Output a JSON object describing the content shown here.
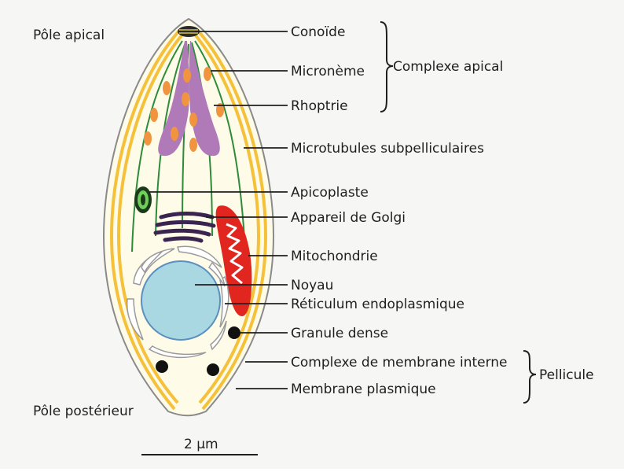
{
  "pole_labels": {
    "apical": "Pôle apical",
    "posterior": "Pôle postérieur"
  },
  "labels": [
    {
      "id": "conoide",
      "text": "Conoïde"
    },
    {
      "id": "microneme",
      "text": "Micronème"
    },
    {
      "id": "rhoptrie",
      "text": "Rhoptrie"
    },
    {
      "id": "microtubules",
      "text": "Microtubules subpelliculaires"
    },
    {
      "id": "apicoplaste",
      "text": "Apicoplaste"
    },
    {
      "id": "golgi",
      "text": "Appareil de Golgi"
    },
    {
      "id": "mitochondrie",
      "text": "Mitochondrie"
    },
    {
      "id": "noyau",
      "text": "Noyau"
    },
    {
      "id": "reticulum",
      "text": "Réticulum endoplasmique"
    },
    {
      "id": "granule",
      "text": "Granule dense"
    },
    {
      "id": "membrane_interne",
      "text": "Complexe de membrane interne"
    },
    {
      "id": "membrane_plasmique",
      "text": "Membrane plasmique"
    }
  ],
  "groups": {
    "complexe_apical": "Complexe apical",
    "pellicule": "Pellicule"
  },
  "scale_bar": "2 µm",
  "colors": {
    "background": "#f6f6f4",
    "pellicle": "#f5c03a",
    "cytoplasm": "#fefbe8",
    "rhoptry": "#b07ab8",
    "microneme": "#f0943f",
    "microtubule": "#2e8b3a",
    "golgi": "#3a2450",
    "mitochondrion": "#e0261e",
    "nucleus": "#a9d7e2",
    "granule": "#111111"
  }
}
